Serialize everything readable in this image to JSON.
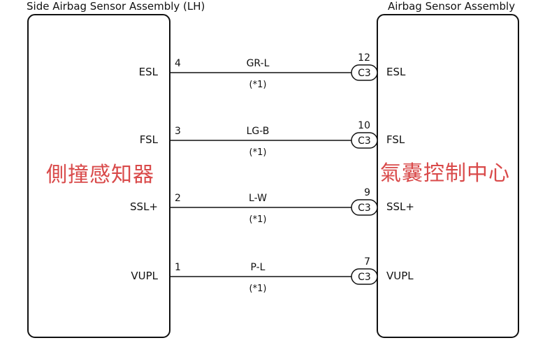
{
  "left_component": {
    "title": "Side Airbag Sensor Assembly (LH)",
    "chinese_label": "側撞感知器"
  },
  "right_component": {
    "title": "Airbag Sensor Assembly",
    "chinese_label": "氣囊控制中心"
  },
  "connector_id": "C3",
  "circuits": [
    {
      "left_label": "ESL",
      "left_pin": "4",
      "wire_color": "GR-L",
      "note": "(*1)",
      "right_pin": "12",
      "right_label": "ESL"
    },
    {
      "left_label": "FSL",
      "left_pin": "3",
      "wire_color": "LG-B",
      "note": "(*1)",
      "right_pin": "10",
      "right_label": "FSL"
    },
    {
      "left_label": "SSL+",
      "left_pin": "2",
      "wire_color": "L-W",
      "note": "(*1)",
      "right_pin": "9",
      "right_label": "SSL+"
    },
    {
      "left_label": "VUPL",
      "left_pin": "1",
      "wire_color": "P-L",
      "note": "(*1)",
      "right_pin": "7",
      "right_label": "VUPL"
    }
  ],
  "colors": {
    "line": "#111111",
    "chinese_text": "#d94a4a"
  }
}
